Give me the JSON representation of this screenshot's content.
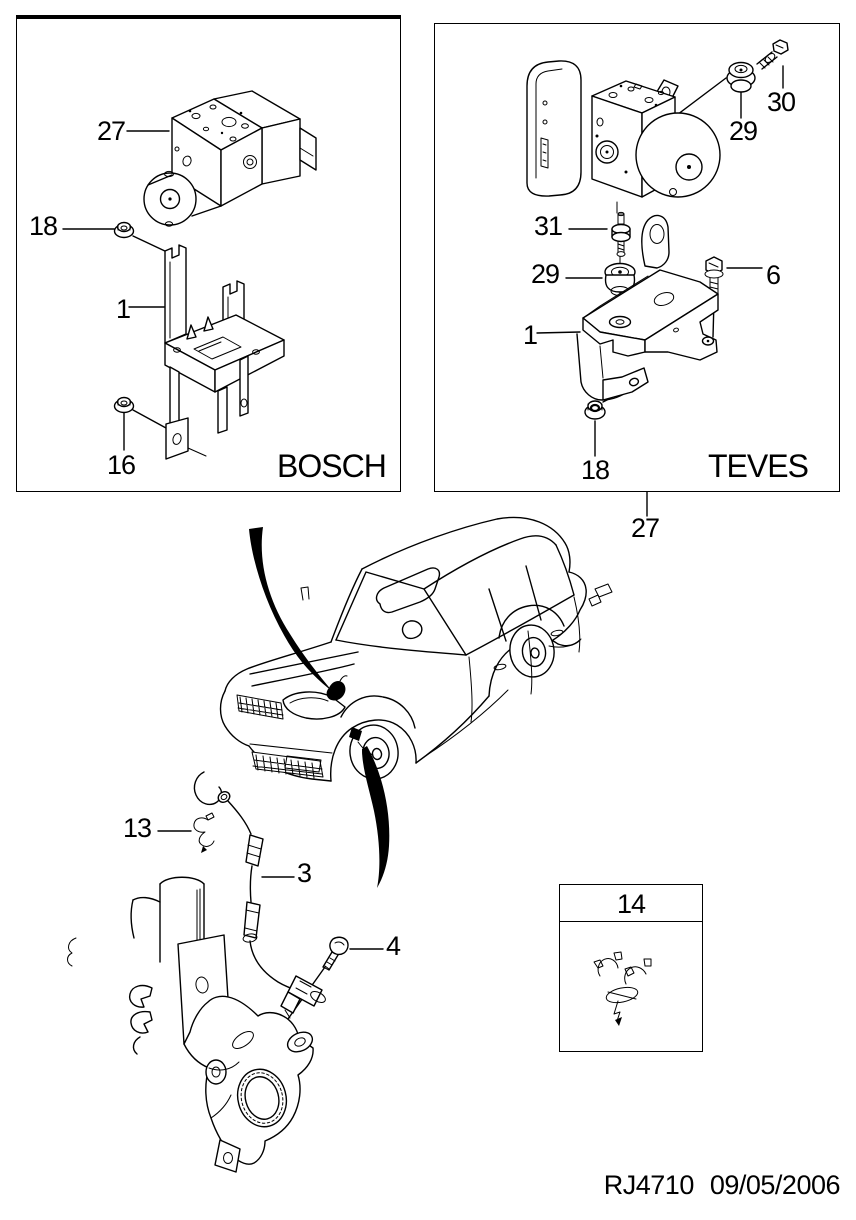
{
  "colors": {
    "ink": "#000000",
    "paper": "#ffffff"
  },
  "bosch_panel": {
    "brand": "BOSCH",
    "callout_unit": "27",
    "callout_nut_upper": "18",
    "callout_bracket": "1",
    "callout_nut_lower": "16"
  },
  "teves_panel": {
    "brand": "TEVES",
    "callout_bolt": "30",
    "callout_grommet_upper": "29",
    "callout_stud": "31",
    "callout_grommet_lower": "29",
    "callout_bracket_bolt": "6",
    "callout_bracket": "1",
    "callout_nut": "18",
    "callout_assembly": "27"
  },
  "inset_panel": {
    "callout_clip": "14"
  },
  "wheel_section": {
    "callout_harness_clip": "13",
    "callout_sensor_cable": "3",
    "callout_screw": "4"
  },
  "footer": {
    "drawing_number": "RJ4710",
    "revision_date": "09/05/2006"
  }
}
